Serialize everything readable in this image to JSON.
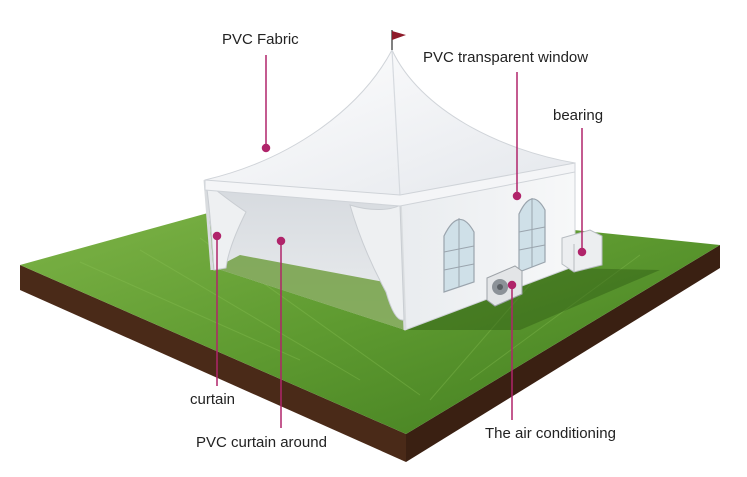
{
  "labels": {
    "pvc_fabric": "PVC Fabric",
    "pvc_window": "PVC transparent window",
    "bearing": "bearing",
    "curtain": "curtain",
    "pvc_curtain_around": "PVC curtain around",
    "air_conditioning": "The air conditioning"
  },
  "colors": {
    "leader_line": "#b0246a",
    "grass": "#4d8a26",
    "soil": "#4a2a18",
    "tent_white": "#f2f3f5",
    "flag": "#8e1b2a"
  }
}
